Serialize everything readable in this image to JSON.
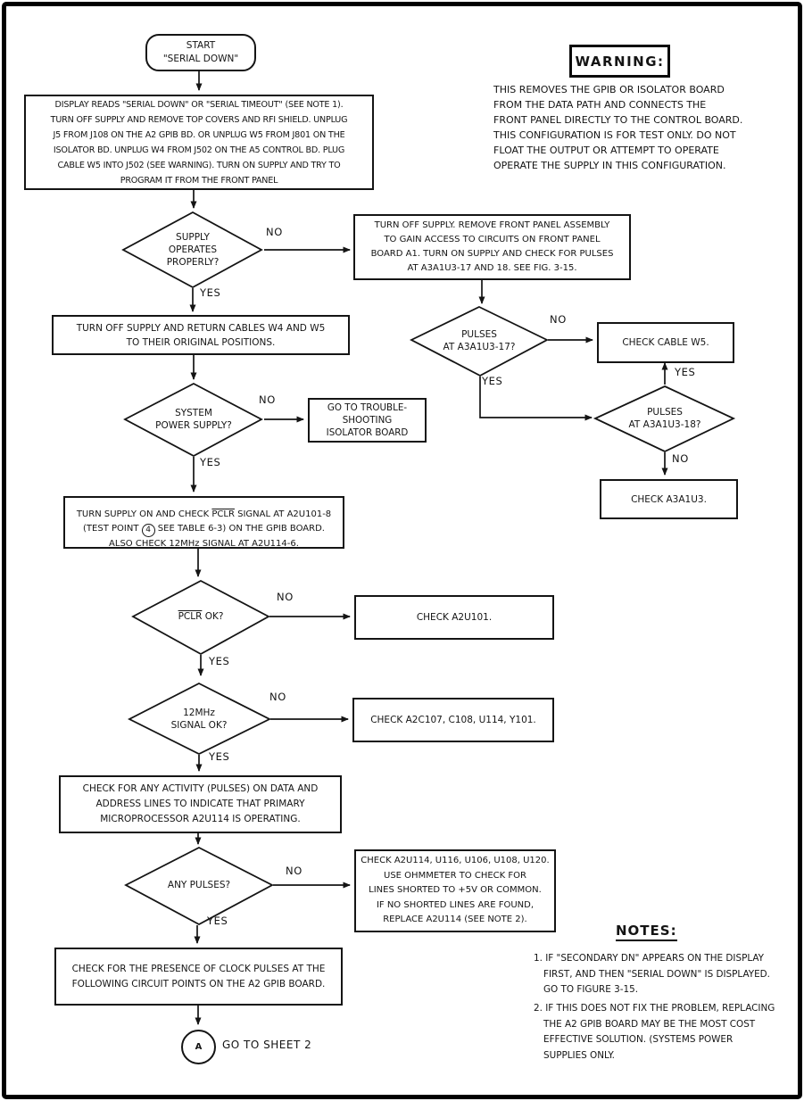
{
  "edges": {
    "yes": "YES",
    "no": "NO"
  },
  "nodes": {
    "start": {
      "text": "START\n\"SERIAL DOWN\""
    },
    "display_reads": {
      "text": "DISPLAY READS \"SERIAL DOWN\" OR \"SERIAL TIMEOUT\" (SEE NOTE 1).\nTURN OFF SUPPLY AND REMOVE TOP COVERS AND RFI SHIELD. UNPLUG\nJ5 FROM J108 ON THE A2 GPIB BD. OR UNPLUG W5 FROM J801 ON THE\nISOLATOR BD. UNPLUG W4 FROM J502 ON THE A5 CONTROL BD. PLUG\nCABLE W5 INTO J502 (SEE WARNING). TURN ON SUPPLY AND TRY TO\nPROGRAM IT FROM THE FRONT PANEL"
    },
    "supply_operates": {
      "text": "SUPPLY\nOPERATES\nPROPERLY?"
    },
    "remove_front_panel": {
      "text": "TURN OFF SUPPLY. REMOVE FRONT PANEL ASSEMBLY\nTO GAIN ACCESS TO CIRCUITS ON FRONT PANEL\nBOARD A1. TURN ON SUPPLY AND CHECK FOR PULSES\nAT A3A1U3-17 AND 18. SEE FIG. 3-15."
    },
    "return_cables": {
      "text": "TURN OFF SUPPLY AND RETURN CABLES W4 AND W5\nTO THEIR ORIGINAL POSITIONS."
    },
    "pulses_17": {
      "text": "PULSES\nAT A3A1U3-17?"
    },
    "check_cable_w5": {
      "text": "CHECK CABLE W5."
    },
    "pulses_18": {
      "text": "PULSES\nAT A3A1U3-18?"
    },
    "check_a3a1u3": {
      "text": "CHECK A3A1U3."
    },
    "system_power": {
      "text": "SYSTEM\nPOWER SUPPLY?"
    },
    "goto_isolator": {
      "text": "GO TO TROUBLE-\nSHOOTING\nISOLATOR BOARD"
    },
    "turn_supply_on": {
      "seg1": "TURN SUPPLY ON AND CHECK ",
      "overline": "PCLR",
      "seg2": " SIGNAL AT A2U101-8\n(TEST POINT ",
      "circled": "4",
      "seg3": " SEE TABLE 6-3) ON THE GPIB BOARD.\nALSO CHECK 12MHz SIGNAL AT A2U114-6."
    },
    "pclr_ok": {
      "overline": "PCLR",
      "rest": " OK?"
    },
    "check_a2u101": {
      "text": "CHECK A2U101."
    },
    "mhz_ok": {
      "text": "12MHz\nSIGNAL OK?"
    },
    "check_a2c107": {
      "text": "CHECK A2C107, C108, U114, Y101."
    },
    "check_activity": {
      "text": "CHECK FOR ANY ACTIVITY (PULSES) ON DATA AND\nADDRESS LINES TO INDICATE THAT PRIMARY\nMICROPROCESSOR A2U114 IS OPERATING."
    },
    "any_pulses": {
      "text": "ANY PULSES?"
    },
    "check_a2u114": {
      "text": "CHECK A2U114, U116, U106, U108, U120.\nUSE OHMMETER TO CHECK FOR\nLINES SHORTED TO +5V OR COMMON.\nIF NO SHORTED LINES ARE FOUND,\nREPLACE A2U114 (SEE NOTE 2)."
    },
    "check_clock": {
      "text": "CHECK FOR THE PRESENCE OF CLOCK PULSES AT THE\nFOLLOWING CIRCUIT POINTS ON THE A2 GPIB BOARD."
    },
    "connector_a": {
      "letter": "A",
      "label": "GO TO SHEET 2"
    }
  },
  "warning": {
    "title": "WARNING:",
    "text": "THIS REMOVES THE GPIB OR ISOLATOR BOARD\nFROM THE DATA PATH AND CONNECTS THE\nFRONT PANEL DIRECTLY TO THE CONTROL BOARD.\nTHIS CONFIGURATION IS FOR TEST ONLY. DO NOT\nFLOAT THE OUTPUT OR ATTEMPT TO OPERATE\nOPERATE THE SUPPLY IN THIS CONFIGURATION."
  },
  "notes": {
    "title": "NOTES:",
    "items": [
      "1. IF \"SECONDARY DN\" APPEARS ON THE DISPLAY\nFIRST, AND THEN \"SERIAL DOWN\" IS DISPLAYED.\nGO TO FIGURE 3-15.",
      "2. IF THIS DOES NOT FIX THE PROBLEM, REPLACING\nTHE A2 GPIB BOARD MAY BE THE MOST COST\nEFFECTIVE SOLUTION. (SYSTEMS POWER\nSUPPLIES ONLY."
    ]
  }
}
